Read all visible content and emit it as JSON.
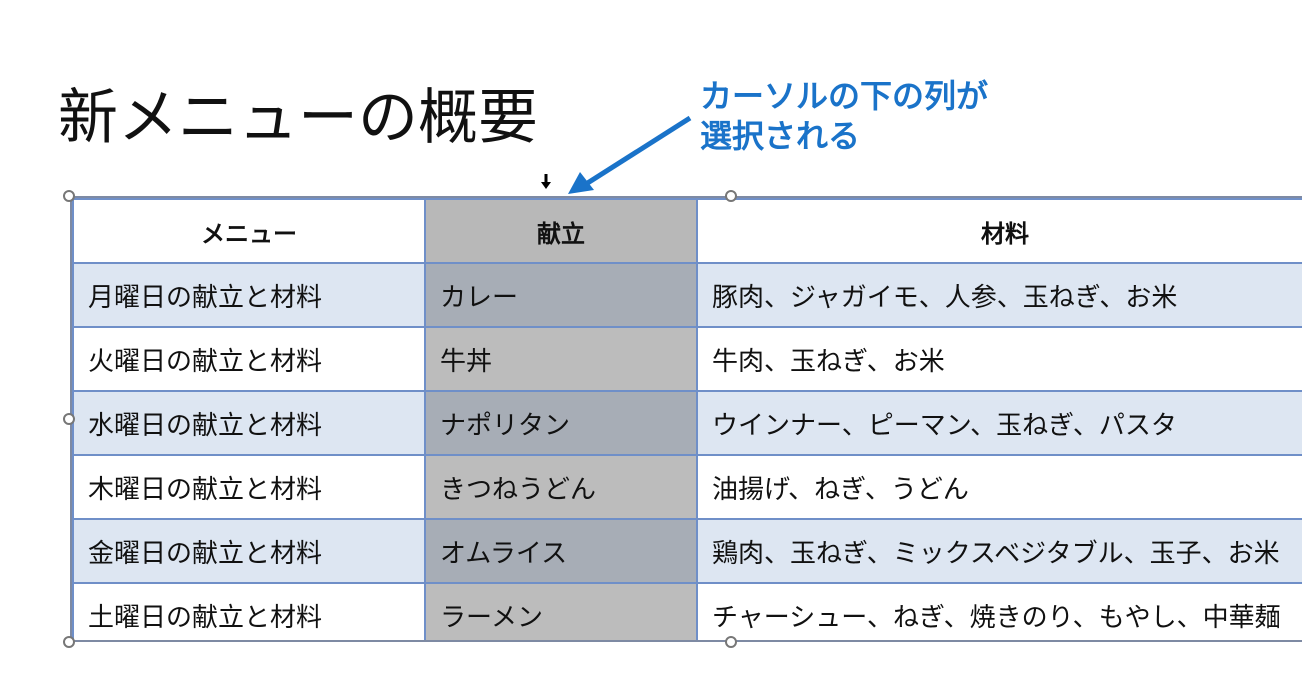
{
  "slide": {
    "title": "新メニューの概要"
  },
  "callout": {
    "line1": "カーソルの下の列が",
    "line2": "選択される",
    "color": "#1a73c9"
  },
  "table": {
    "headers": [
      "メニュー",
      "献立",
      "材料"
    ],
    "selected_column": "献立",
    "rows": [
      [
        "月曜日の献立と材料",
        "カレー",
        "豚肉、ジャガイモ、人参、玉ねぎ、お米"
      ],
      [
        "火曜日の献立と材料",
        "牛丼",
        "牛肉、玉ねぎ、お米"
      ],
      [
        "水曜日の献立と材料",
        "ナポリタン",
        "ウインナー、ピーマン、玉ねぎ、パスタ"
      ],
      [
        "木曜日の献立と材料",
        "きつねうどん",
        "油揚げ、ねぎ、うどん"
      ],
      [
        "金曜日の献立と材料",
        "オムライス",
        "鶏肉、玉ねぎ、ミックスベジタブル、玉子、お米"
      ],
      [
        "土曜日の献立と材料",
        "ラーメン",
        "チャーシュー、ねぎ、焼きのり、もやし、中華麺"
      ]
    ],
    "colors": {
      "band": "#dde6f2",
      "selected": "#a7adb6",
      "border": "#6f8fc8"
    }
  },
  "icons": {
    "cursor": "column-select-arrow-icon",
    "handles": "resize-handle-icon"
  }
}
